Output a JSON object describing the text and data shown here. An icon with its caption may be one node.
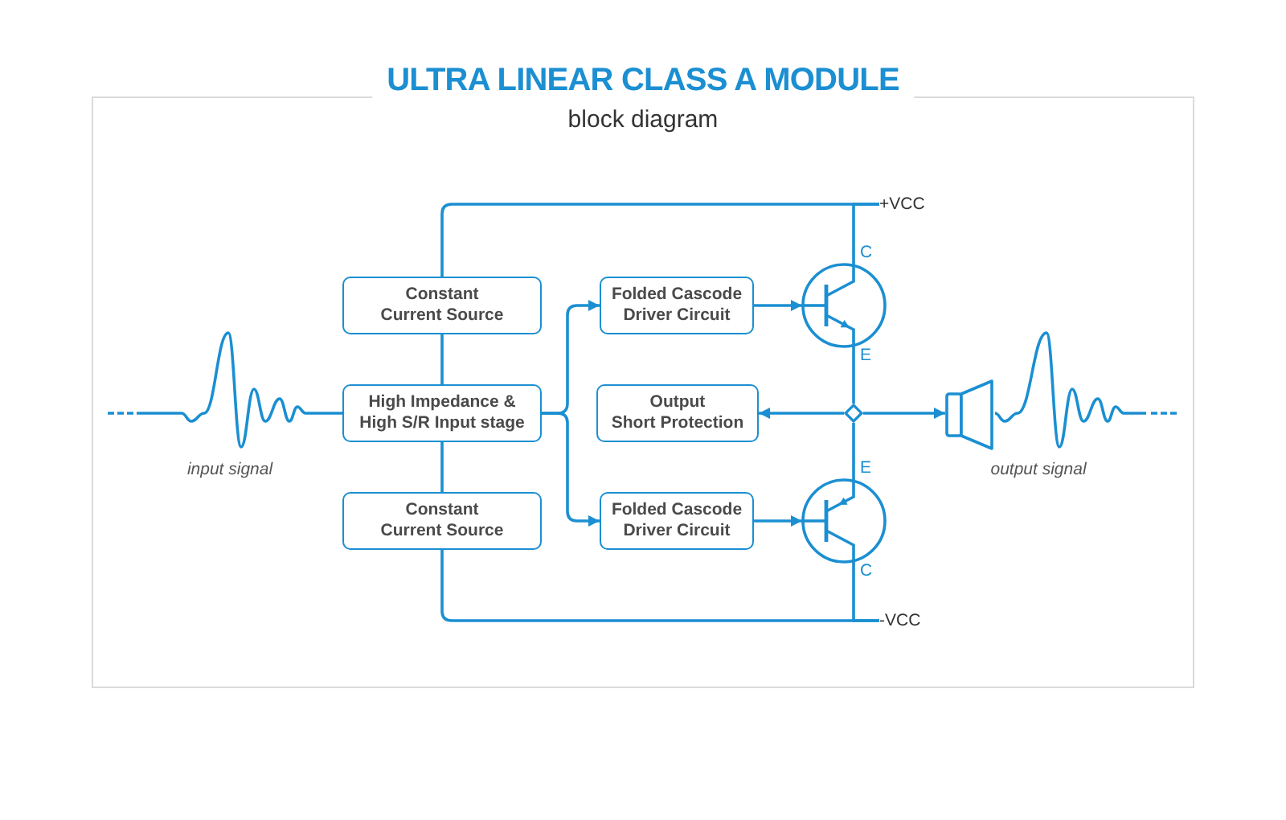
{
  "diagram": {
    "title": "ULTRA LINEAR CLASS A MODULE",
    "nodes": [
      {
        "text": [
          "+VCC"
        ]
      },
      {
        "text": [
          "Constant Current Source"
        ]
      },
      {
        "text": [
          "Folded Cascode Driver Circuit"
        ]
      },
      {
        "text": [],
        "shape": "picture",
        "beside": [
          "C",
          "E"
        ]
      },
      {
        "text": [],
        "shape": "picture",
        "beside": [
          "input signal"
        ]
      },
      {
        "text": [
          "High Impedance & High S/R Input stage"
        ]
      },
      {
        "text": [
          "Output Short Protection"
        ]
      },
      {
        "text": [],
        "shape": "diamond"
      },
      {
        "text": [],
        "shape": "speaker"
      },
      {
        "text": [
          "Constant Current Source"
        ]
      },
      {
        "text": [
          "Folded Cascode Driver Circuit"
        ]
      },
      {
        "text": [],
        "shape": "picture",
        "beside": [
          "E",
          "C"
        ]
      },
      {
        "text": [
          "-VCC"
        ]
      }
    ],
    "edges": [
      {
        "from": 0,
        "to": 1,
        "arrow": "none"
      },
      {
        "from": 0,
        "to": 3,
        "arrow": "none"
      },
      {
        "from": 1,
        "to": 5,
        "arrow": "none"
      },
      {
        "from": 4,
        "to": 5,
        "arrow": "none"
      },
      {
        "from": 5,
        "to": 2,
        "arrow": "to"
      },
      {
        "from": 5,
        "to": 10,
        "arrow": "to"
      },
      {
        "from": 2,
        "to": 3,
        "arrow": "to"
      },
      {
        "from": 10,
        "to": 11,
        "arrow": "to"
      },
      {
        "from": 3,
        "to": 7,
        "arrow": "none"
      },
      {
        "from": 11,
        "to": 7,
        "arrow": "none"
      },
      {
        "from": 7,
        "to": 6,
        "arrow": "to"
      },
      {
        "from": 7,
        "to": 8,
        "arrow": "to"
      },
      {
        "from": 5,
        "to": 9,
        "arrow": "none"
      },
      {
        "from": 12,
        "to": 9,
        "arrow": "none"
      },
      {
        "from": 12,
        "to": 11,
        "arrow": "none"
      }
    ],
    "labels": [
      "block diagram",
      "output signal"
    ]
  }
}
